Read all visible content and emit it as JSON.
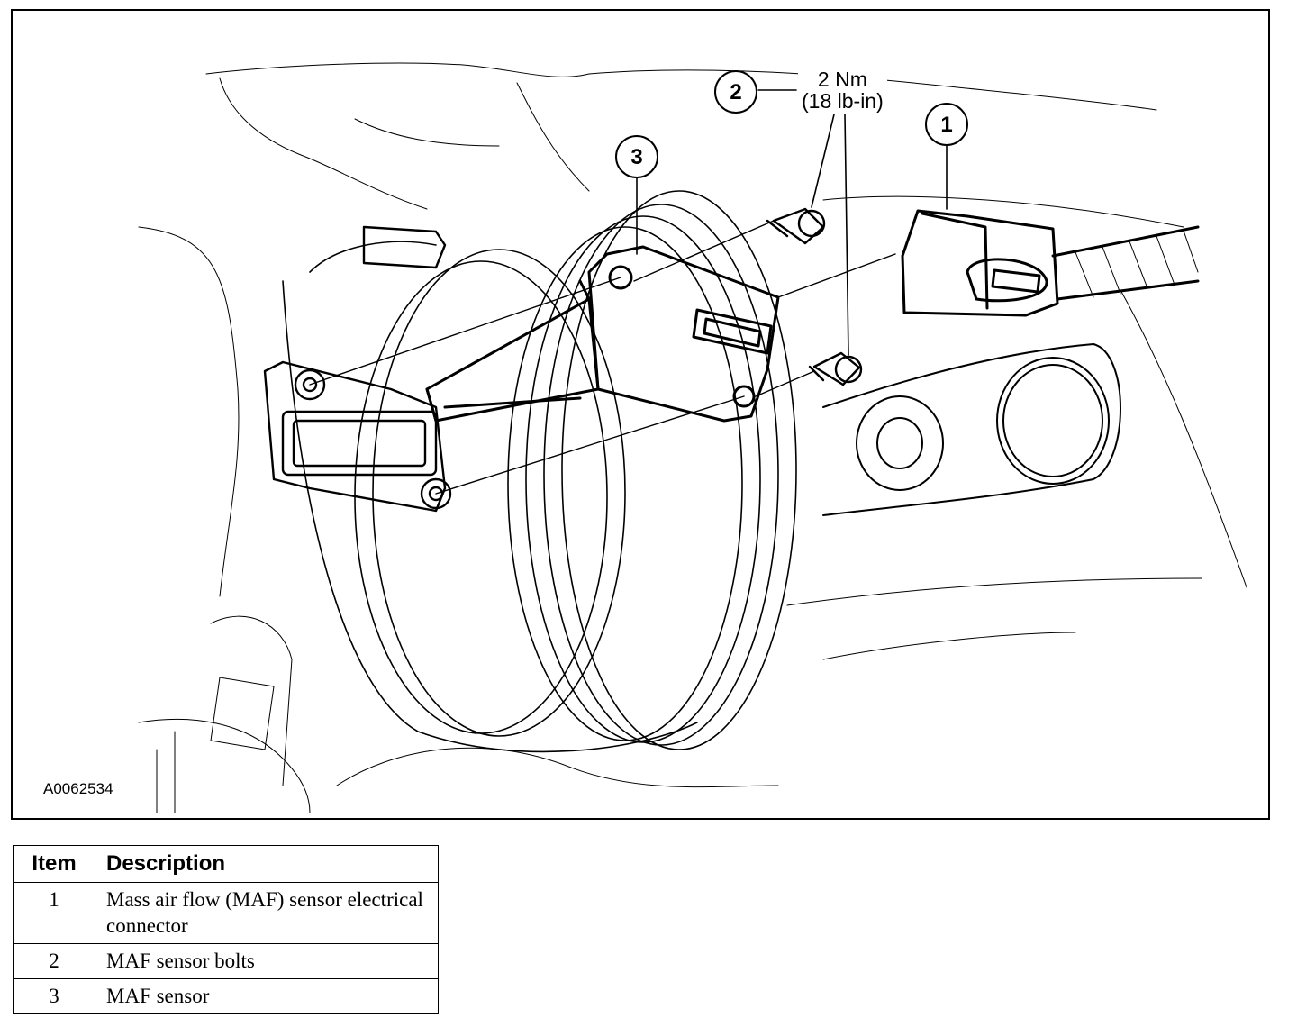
{
  "figure": {
    "figure_id": "A0062534",
    "torque_value": "2 Nm",
    "torque_imperial": "(18 lb-in)",
    "callouts": [
      "1",
      "2",
      "3"
    ]
  },
  "legend": {
    "header_item": "Item",
    "header_description": "Description",
    "rows": [
      {
        "item": "1",
        "description": "Mass air flow (MAF) sensor electrical connector"
      },
      {
        "item": "2",
        "description": "MAF sensor bolts"
      },
      {
        "item": "3",
        "description": "MAF sensor"
      }
    ]
  }
}
